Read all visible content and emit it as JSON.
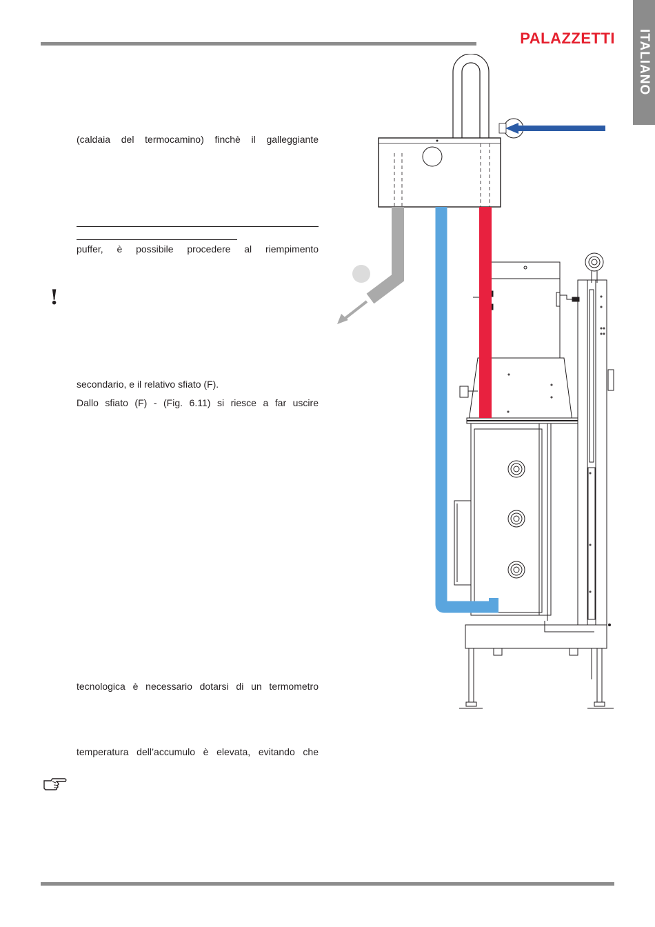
{
  "header": {
    "brand": "PALAZZETTI",
    "language_tab": "ITALIANO"
  },
  "colors": {
    "brand_red": "#e5202e",
    "rule_gray": "#8c8c8c",
    "tab_gray": "#8c8c8c",
    "hot_pipe": "#e8213f",
    "cold_pipe": "#5aa5de",
    "drain_pipe": "#aaaaaa",
    "inlet_arrow": "#2b5ba6"
  },
  "icons": {
    "warning": "exclamation-icon",
    "note": "pointing-hand-icon"
  },
  "text": {
    "line1": "(caldaia del termocamino) finchè il galleggiante",
    "line2": "puffer, è possibile procedere al riempimento",
    "line3": "secondario, e il relativo sfiato (F).",
    "line4": "Dallo sfiato (F) - (Fig. 6.11) si riesce a far uscire",
    "line5": "tecnologica è necessario dotarsi di un termometro",
    "line6": "temperatura dell’accumulo è elevata, evitando che",
    "warning_mark": "!"
  }
}
